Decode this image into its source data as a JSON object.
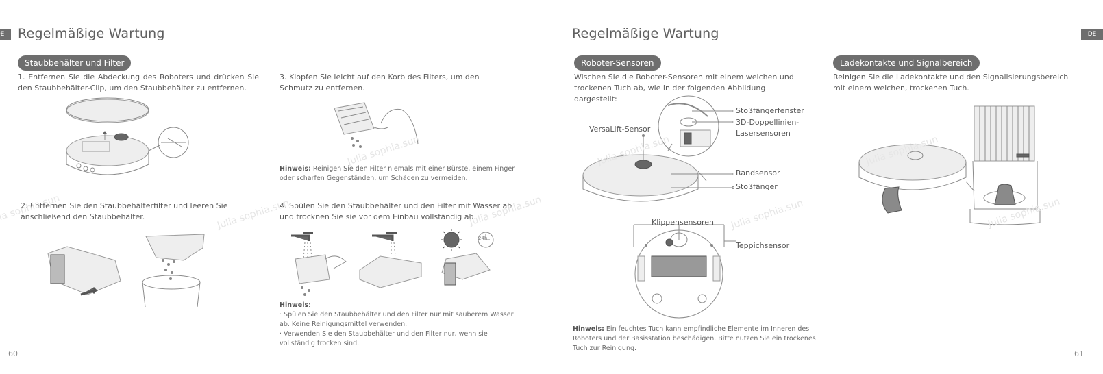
{
  "left_page": {
    "lang_badge": "DE",
    "title": "Regelmäßige Wartung",
    "section_pill": "Staubbehälter und Filter",
    "step1": "1. Entfernen Sie die Abdeckung des Roboters und drücken Sie den Staubbehälter-Clip, um den Staubbehälter zu entfernen.",
    "step2": "2. Entfernen Sie den Staubbehälterfilter und leeren Sie anschließend den Staubbehälter.",
    "step3": "3. Klopfen Sie leicht auf den Korb des Filters, um den Schmutz zu entfernen.",
    "note1_label": "Hinweis:",
    "note1_text": " Reinigen Sie den Filter niemals mit einer Bürste, einem Finger oder scharfen Gegenständen, um Schäden zu vermeiden.",
    "step4": "4. Spülen Sie den Staubbehälter und den Filter mit Wasser ab und trocknen Sie sie vor dem Einbau vollständig ab.",
    "note2_label": "Hinweis:",
    "note2_items": [
      "· Spülen Sie den Staubbehälter und den Filter nur mit sauberem Wasser ab. Keine Reinigungsmittel verwenden.",
      "· Verwenden Sie den Staubbehälter und den Filter nur, wenn sie vollständig trocken sind."
    ],
    "timer_label": "24h",
    "page_number": "60"
  },
  "right_page": {
    "lang_badge": "DE",
    "title": "Regelmäßige Wartung",
    "sensors_pill": "Roboter-Sensoren",
    "sensors_text": "Wischen Sie die Roboter-Sensoren mit einem weichen und trockenen Tuch ab, wie in der folgenden Abbildung dargestellt:",
    "labels": {
      "versalift": "VersaLift-Sensor",
      "bumper_window": "Stoßfängerfenster",
      "laser_line1": "3D-Doppellinien-",
      "laser_line2": "Lasersensoren",
      "edge": "Randsensor",
      "bumper": "Stoßfänger",
      "cliff": "Klippensensoren",
      "carpet": "Teppichsensor"
    },
    "note_label": "Hinweis:",
    "note_text": " Ein feuchtes Tuch kann empfindliche Elemente im Inneren des Roboters und der Basisstation beschädigen. Bitte nutzen Sie ein trockenes Tuch zur Reinigung.",
    "contacts_pill": "Ladekontakte und Signalbereich",
    "contacts_text": "Reinigen Sie die Ladekontakte und den Signalisierungsbereich mit einem weichen, trockenen Tuch.",
    "page_number": "61"
  },
  "watermark": "Julia sophia.sun"
}
